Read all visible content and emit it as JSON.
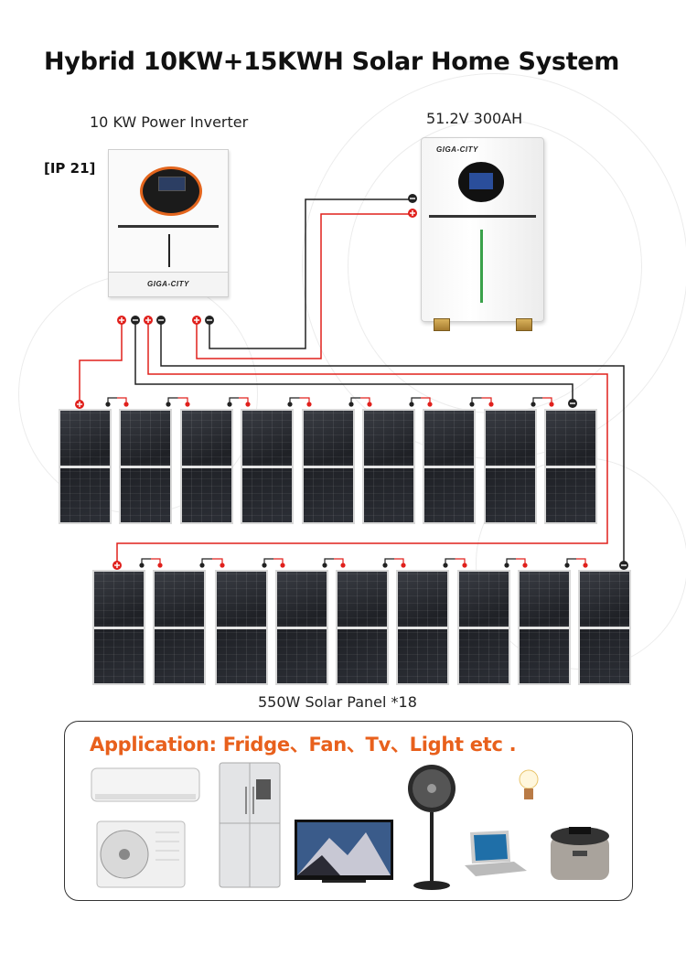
{
  "title": "Hybrid 10KW+15KWH Solar Home System",
  "inverter": {
    "label": "10 KW Power Inverter",
    "ip_rating": "[IP 21]",
    "brand": "GIGA-CITY"
  },
  "battery": {
    "label": "51.2V 300AH",
    "brand": "GIGA-CITY"
  },
  "panels": {
    "label": "550W Solar Panel *18",
    "count": 18,
    "row1_count": 9,
    "row2_count": 9
  },
  "application": {
    "title": "Application: Fridge、Fan、Tv、Light etc .",
    "appliances": [
      "air-conditioner",
      "fridge",
      "tv",
      "fan",
      "laptop",
      "light-bulb",
      "rice-cooker"
    ]
  },
  "colors": {
    "positive": "#e0201c",
    "negative": "#222222",
    "accent": "#e8601c"
  }
}
